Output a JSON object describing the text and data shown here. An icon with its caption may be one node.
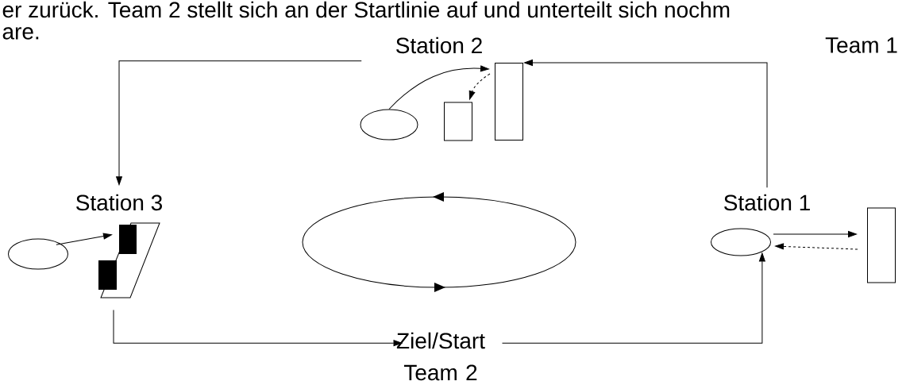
{
  "diagram": {
    "nodes": [
      {
        "text": [
          "Station 2"
        ]
      },
      {
        "text": [],
        "shape": "ellipse"
      },
      {
        "text": [],
        "shape": "box"
      },
      {
        "text": [],
        "shape": "box"
      },
      {
        "text": [
          "Station 3"
        ]
      },
      {
        "text": [],
        "shape": "ellipse"
      },
      {
        "text": [],
        "shape": "parallelogram"
      },
      {
        "text": [
          "Station 1"
        ]
      },
      {
        "text": [],
        "shape": "ellipse"
      },
      {
        "text": [],
        "shape": "box"
      },
      {
        "text": [
          "Ziel/Start Team 2"
        ]
      },
      {
        "text": [],
        "shape": "ellipse"
      }
    ],
    "edges": [
      {
        "from": 10,
        "to": 8,
        "arrow": "to"
      },
      {
        "from": 7,
        "to": 3,
        "arrow": "to"
      },
      {
        "from": 0,
        "to": 4,
        "arrow": "to"
      },
      {
        "from": 6,
        "to": 10,
        "arrow": "to"
      },
      {
        "from": 1,
        "to": 3,
        "arrow": "to"
      },
      {
        "from": 3,
        "to": 2,
        "arrow": "to",
        "style": "dashed"
      },
      {
        "from": 5,
        "to": 6,
        "arrow": "to"
      },
      {
        "from": 8,
        "to": 9,
        "arrow": "to"
      },
      {
        "from": 9,
        "to": 8,
        "arrow": "to",
        "style": "dashed"
      }
    ],
    "labels": [
      "er zurück. Team 2 stellt sich an der Startlinie auf und unterteilt sich nochm",
      "are.",
      "Team 1"
    ]
  }
}
